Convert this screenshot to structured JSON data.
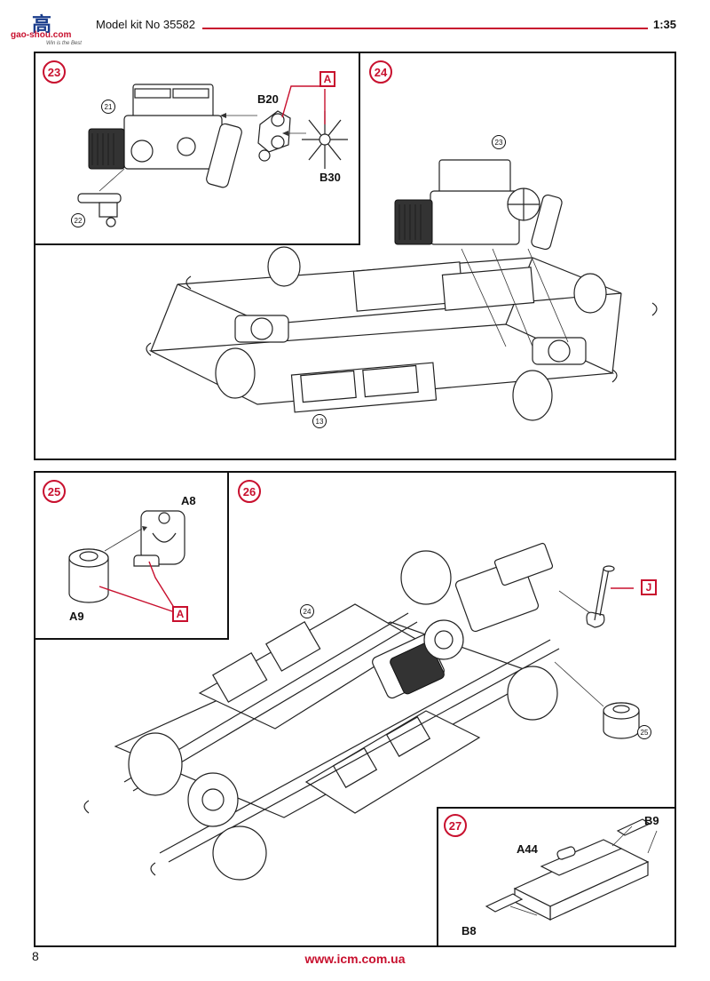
{
  "header": {
    "title": "Model kit No 35582",
    "scale": "1:35",
    "logo_cn": "高",
    "logo_url": "gao-shou.com",
    "logo_slogan": "Win is the Best",
    "accent_color": "#c8102e"
  },
  "steps": [
    {
      "number": "23",
      "parts": [
        "B20",
        "B30"
      ],
      "subassemblies": [
        "21",
        "22"
      ],
      "glue_tag": "A"
    },
    {
      "number": "24",
      "subassemblies": [
        "23",
        "13"
      ]
    },
    {
      "number": "25",
      "parts": [
        "A8",
        "A9"
      ],
      "glue_tag": "A"
    },
    {
      "number": "26",
      "subassemblies": [
        "24",
        "25"
      ],
      "glue_tag": "J"
    },
    {
      "number": "27",
      "parts": [
        "B9",
        "A44",
        "B8"
      ]
    }
  ],
  "footer": {
    "page_number": "8",
    "url": "www.icm.com.ua"
  }
}
